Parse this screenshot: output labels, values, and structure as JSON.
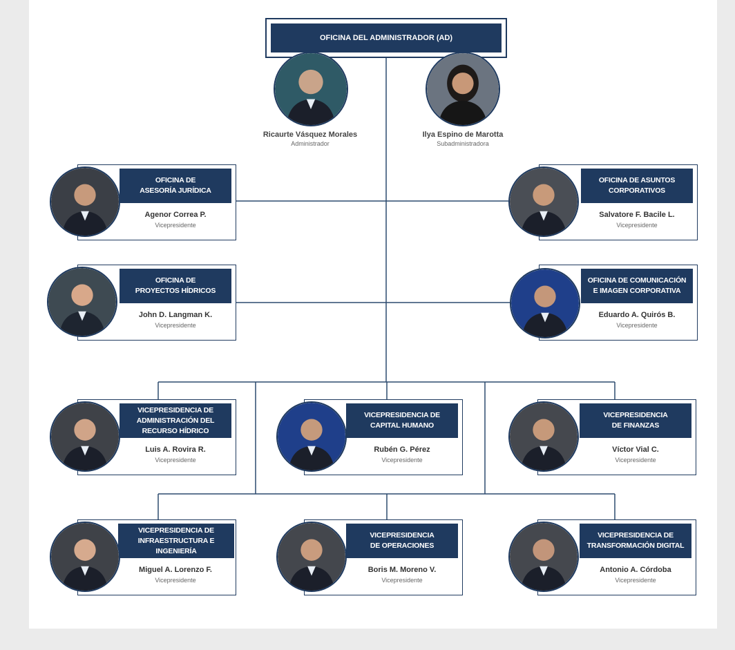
{
  "top": {
    "title": "OFICINA DEL ADMINISTRADOR (AD)"
  },
  "executives": [
    {
      "name": "Ricaurte Vásquez Morales",
      "role": "Administrador"
    },
    {
      "name": "Ilya Espino de Marotta",
      "role": "Subadministradora"
    }
  ],
  "offices": [
    {
      "title": "OFICINA DE\nASESORÍA JURÍDICA",
      "name": "Agenor Correa P.",
      "role": "Vicepresidente"
    },
    {
      "title": "OFICINA DE ASUNTOS\nCORPORATIVOS",
      "name": "Salvatore F. Bacile L.",
      "role": "Vicepresidente"
    },
    {
      "title": "OFICINA DE\nPROYECTOS HÍDRICOS",
      "name": "John D. Langman K.",
      "role": "Vicepresidente"
    },
    {
      "title": "OFICINA DE COMUNICACIÓN\nE IMAGEN CORPORATIVA",
      "name": "Eduardo A. Quirós B.",
      "role": "Vicepresidente"
    }
  ],
  "vicepresidencies": [
    {
      "title": "VICEPRESIDENCIA DE\nADMINISTRACIÓN DEL\nRECURSO HÍDRICO",
      "name": "Luis A. Rovira R.",
      "role": "Vicepresidente"
    },
    {
      "title": "VICEPRESIDENCIA DE\nCAPITAL HUMANO",
      "name": "Rubén G. Pérez",
      "role": "Vicepresidente"
    },
    {
      "title": "VICEPRESIDENCIA\nDE FINANZAS",
      "name": "Víctor Vial C.",
      "role": "Vicepresidente"
    },
    {
      "title": "VICEPRESIDENCIA DE\nINFRAESTRUCTURA E INGENIERÍA",
      "name": "Miguel A. Lorenzo F.",
      "role": "Vicepresidente"
    },
    {
      "title": "VICEPRESIDENCIA\nDE OPERACIONES",
      "name": "Boris M. Moreno V.",
      "role": "Vicepresidente"
    },
    {
      "title": "VICEPRESIDENCIA DE\nTRANSFORMACIÓN DIGITAL",
      "name": "Antonio A. Córdoba",
      "role": "Vicepresidente"
    }
  ],
  "colors": {
    "navy": "#1f3a5f",
    "line": "#2c4a6e",
    "background": "#ebebeb",
    "canvas": "#ffffff"
  }
}
